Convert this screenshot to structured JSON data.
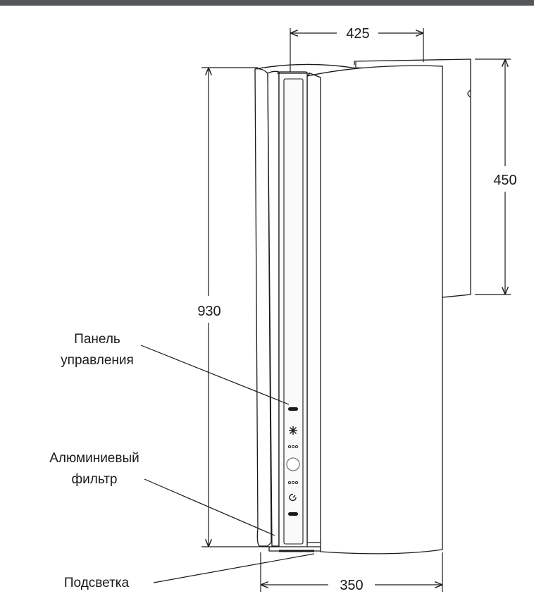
{
  "dimensions": {
    "width_top": "425",
    "height_total": "930",
    "height_box": "450",
    "width_bottom": "350"
  },
  "callouts": {
    "control_panel": {
      "line1": "Панель",
      "line2": "управления"
    },
    "aluminum_filter": {
      "line1": "Алюминиевый",
      "line2": "фильтр"
    },
    "backlight": {
      "line1": "Подсветка"
    }
  },
  "colors": {
    "header_bar": "#55575b",
    "line": "#1a1a1a",
    "panel_fill": "#fafafa"
  },
  "icons": [
    "light-bulb-icon",
    "fan-speed-icon",
    "power-button-icon",
    "fan-speed-icon",
    "timer-icon"
  ]
}
